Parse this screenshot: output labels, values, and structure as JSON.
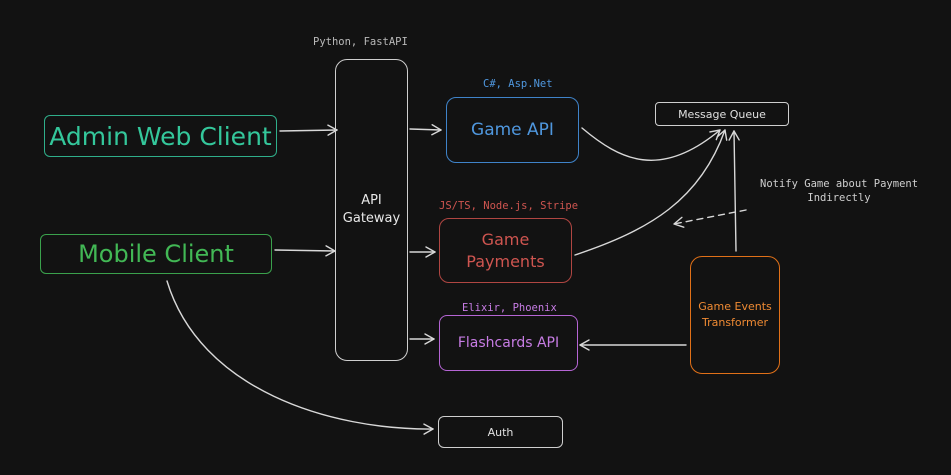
{
  "nodes": {
    "admin_web_client": "Admin Web Client",
    "mobile_client": "Mobile Client",
    "api_gateway": "API\nGateway",
    "game_api": "Game API",
    "game_payments": "Game\nPayments",
    "flashcards_api": "Flashcards API",
    "message_queue": "Message Queue",
    "game_events_transformer": "Game Events\nTransformer",
    "auth": "Auth"
  },
  "labels": {
    "gateway_tech": "Python, FastAPI",
    "game_api_tech": "C#, Asp.Net",
    "payments_tech": "JS/TS, Node.js, Stripe",
    "flashcards_tech": "Elixir, Phoenix",
    "notify_note": "Notify Game about Payment\nIndirectly"
  },
  "colors": {
    "background": "#121212",
    "admin": "#34c79b",
    "mobile": "#42b855",
    "game_api": "#4f97de",
    "payments": "#cf5550",
    "flashcards": "#c77ce4",
    "transformer": "#ef8a33",
    "neutral": "#e0e0e0"
  }
}
